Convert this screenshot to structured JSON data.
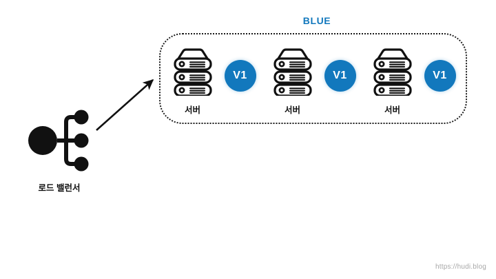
{
  "diagram": {
    "title": "BLUE",
    "colors": {
      "accent_blue": "#1278bd",
      "stroke_black": "#111111",
      "background": "#ffffff",
      "watermark_gray": "#a7a7a7"
    },
    "group": {
      "label": "BLUE",
      "border_style": "dotted",
      "nodes": [
        {
          "server_label": "서버",
          "badge_label": "V1",
          "icon": "server-stack-icon"
        },
        {
          "server_label": "서버",
          "badge_label": "V1",
          "icon": "server-stack-icon"
        },
        {
          "server_label": "서버",
          "badge_label": "V1",
          "icon": "server-stack-icon"
        }
      ]
    },
    "load_balancer": {
      "label": "로드 밸런서",
      "icon": "load-balancer-icon",
      "branch_count": 3
    },
    "connector": {
      "type": "arrow",
      "from": "load-balancer",
      "to": "blue-group",
      "direction": "up-right"
    },
    "watermark": "https://hudi.blog"
  }
}
